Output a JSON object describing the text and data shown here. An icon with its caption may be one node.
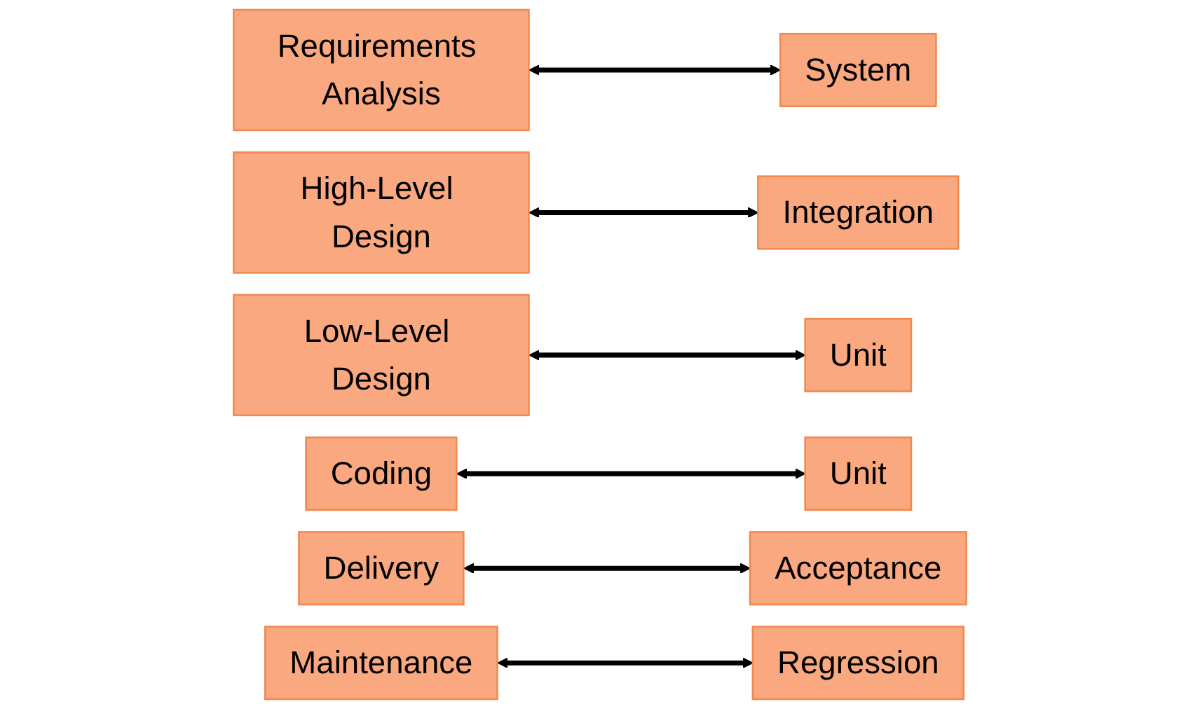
{
  "diagram": {
    "nodes": [
      {
        "text": [
          "Requirements Analysis"
        ]
      },
      {
        "text": [
          "System"
        ]
      },
      {
        "text": [
          "High-Level Design"
        ]
      },
      {
        "text": [
          "Integration"
        ]
      },
      {
        "text": [
          "Low-Level Design"
        ]
      },
      {
        "text": [
          "Unit"
        ]
      },
      {
        "text": [
          "Coding"
        ]
      },
      {
        "text": [
          "Unit"
        ]
      },
      {
        "text": [
          "Delivery"
        ]
      },
      {
        "text": [
          "Acceptance"
        ]
      },
      {
        "text": [
          "Maintenance"
        ]
      },
      {
        "text": [
          "Regression"
        ]
      }
    ],
    "edges": [
      {
        "from": 0,
        "to": 1,
        "arrow": "both"
      },
      {
        "from": 2,
        "to": 3,
        "arrow": "both"
      },
      {
        "from": 4,
        "to": 5,
        "arrow": "both"
      },
      {
        "from": 6,
        "to": 7,
        "arrow": "both"
      },
      {
        "from": 8,
        "to": 9,
        "arrow": "both"
      },
      {
        "from": 10,
        "to": 11,
        "arrow": "both"
      }
    ]
  }
}
